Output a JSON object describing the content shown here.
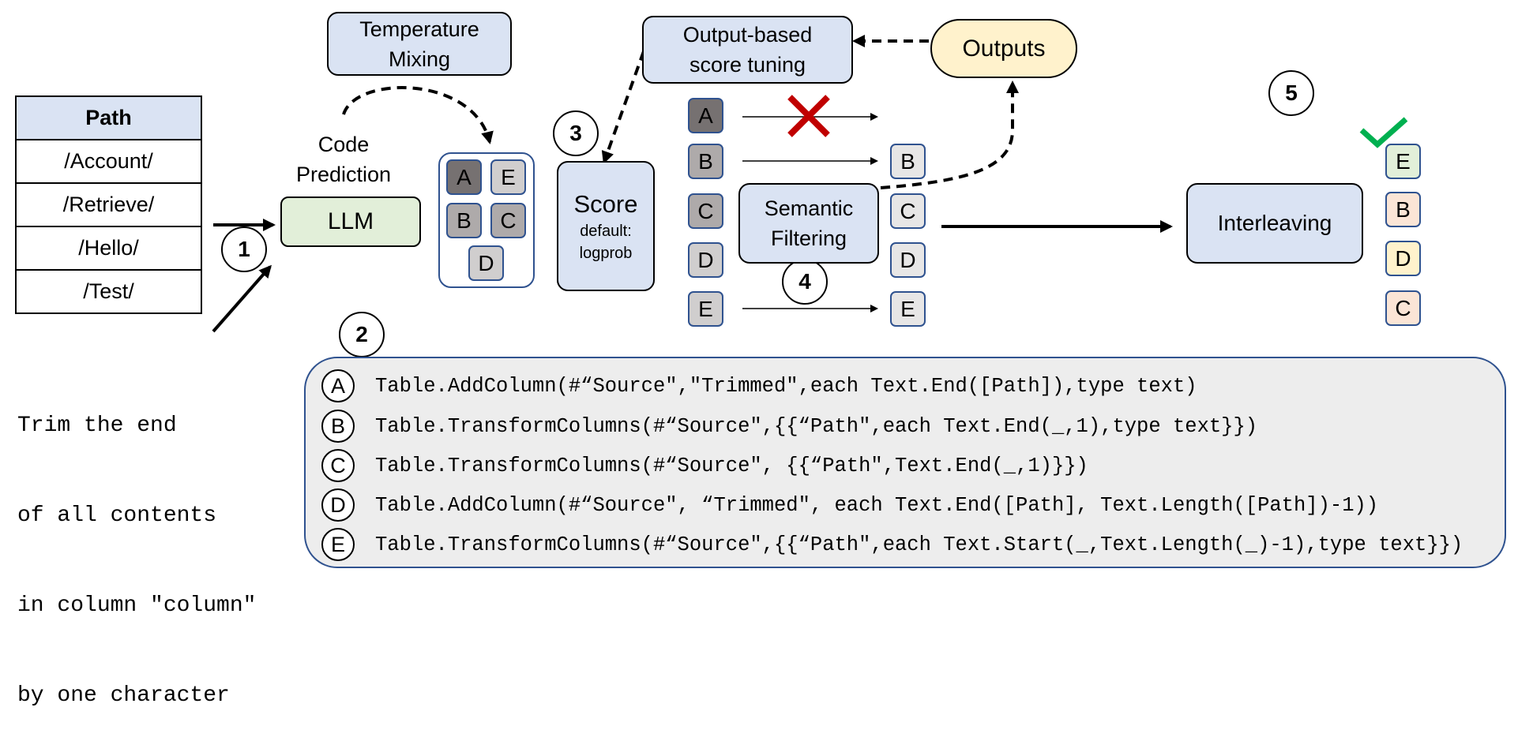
{
  "table": {
    "header": "Path",
    "rows": [
      "/Account/",
      "/Retrieve/",
      "/Hello/",
      "/Test/"
    ]
  },
  "query": [
    "Trim the end",
    "of all contents",
    "in column \"column\"",
    "by one character"
  ],
  "temperature_box": [
    "Temperature",
    "Mixing"
  ],
  "code_prediction": [
    "Code",
    "Prediction"
  ],
  "llm": "LLM",
  "score_box": {
    "title": "Score",
    "sub": [
      "default:",
      "logprob"
    ]
  },
  "output_tuning": [
    "Output-based",
    "score tuning"
  ],
  "outputs": "Outputs",
  "semantic": [
    "Semantic",
    "Filtering"
  ],
  "interleaving": "Interleaving",
  "steps": [
    "1",
    "2",
    "3",
    "4",
    "5"
  ],
  "candidates_grid": [
    "A",
    "E",
    "B",
    "C",
    "D"
  ],
  "filter_left": [
    "A",
    "B",
    "C",
    "D",
    "E"
  ],
  "filter_right": [
    "B",
    "C",
    "D",
    "E"
  ],
  "final_ranking": [
    "E",
    "B",
    "D",
    "C"
  ],
  "code_options": [
    {
      "label": "A",
      "code": "Table.AddColumn(#“Source\",\"Trimmed\",each Text.End([Path]),type text)"
    },
    {
      "label": "B",
      "code": "Table.TransformColumns(#“Source\",{{“Path\",each Text.End(_,1),type text}})"
    },
    {
      "label": "C",
      "code": "Table.TransformColumns(#“Source\", {{“Path\",Text.End(_,1)}})"
    },
    {
      "label": "D",
      "code": "Table.AddColumn(#“Source\", “Trimmed\", each Text.End([Path], Text.Length([Path])-1))"
    },
    {
      "label": "E",
      "code": "Table.TransformColumns(#“Source\",{{“Path\",each Text.Start(_,Text.Length(_)-1),type text}})"
    }
  ],
  "colors": {
    "box_blue": "#dae3f3",
    "box_green": "#e2efd9",
    "box_yellow": "#fff2cc",
    "reject": "#c00000",
    "accept": "#00b050"
  }
}
